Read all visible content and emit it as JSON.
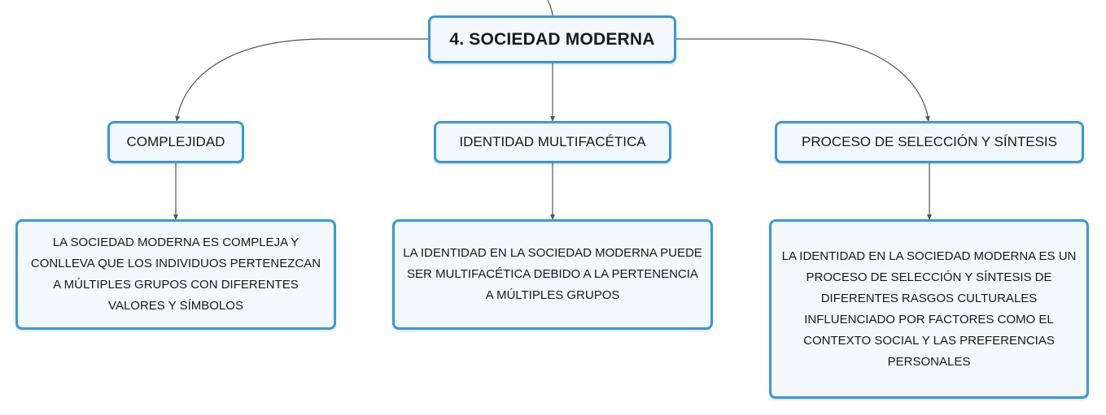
{
  "root": {
    "label": "4. SOCIEDAD MODERNA"
  },
  "topics": [
    {
      "label": "COMPLEJIDAD"
    },
    {
      "label": "IDENTIDAD MULTIFACÉTICA"
    },
    {
      "label": "PROCESO DE SELECCIÓN Y SÍNTESIS"
    }
  ],
  "details": [
    {
      "text": "LA SOCIEDAD MODERNA ES COMPLEJA Y CONLLEVA QUE LOS INDIVIDUOS PERTENEZCAN A MÚLTIPLES GRUPOS CON DIFERENTES VALORES Y SÍMBOLOS"
    },
    {
      "text": "LA IDENTIDAD EN LA SOCIEDAD MODERNA PUEDE SER MULTIFACÉTICA DEBIDO A LA PERTENENCIA A MÚLTIPLES GRUPOS"
    },
    {
      "text": "LA IDENTIDAD EN LA SOCIEDAD MODERNA ES UN PROCESO DE SELECCIÓN Y SÍNTESIS DE DIFERENTES RASGOS CULTURALES INFLUENCIADO POR FACTORES COMO EL CONTEXTO SOCIAL Y LAS PREFERENCIAS PERSONALES"
    }
  ],
  "colors": {
    "border": "#3a98d8",
    "fill": "#f2f8fc",
    "connector": "#555555"
  }
}
